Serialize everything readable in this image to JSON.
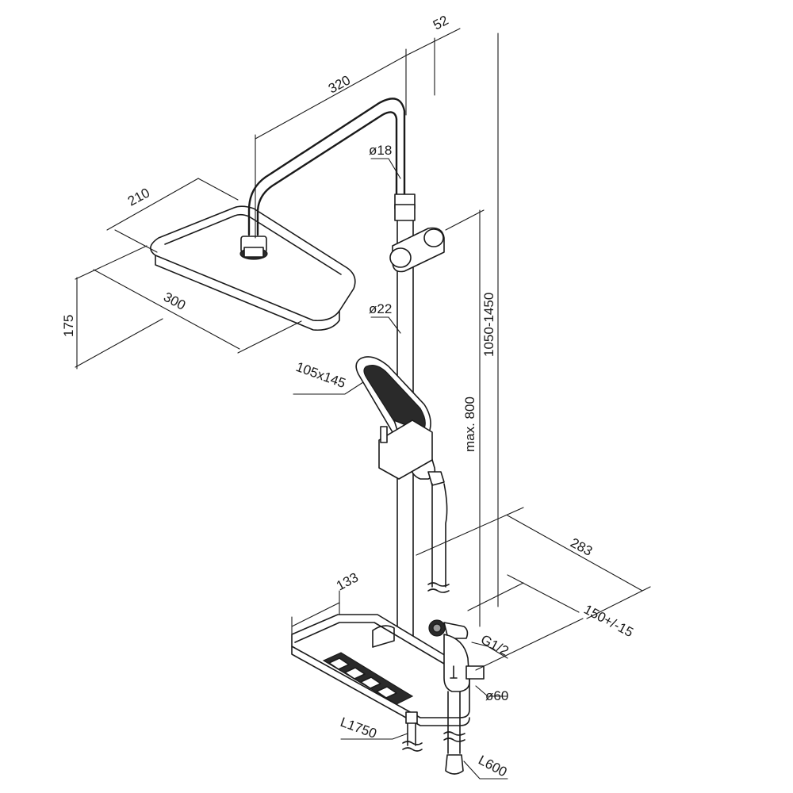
{
  "dimensions": {
    "arm_length": "320",
    "arm_offset": "52",
    "head_depth": "210",
    "head_width": "300",
    "head_height": "175",
    "arm_diameter": "ø18",
    "rail_diameter": "ø22",
    "hand_shower_size": "105x145",
    "height_range": "1050-1450",
    "slider_max": "max. 800",
    "wall_distance": "283",
    "inlet_spacing": "150+/-15",
    "thread": "G1/2",
    "escutcheon_diameter": "ø60",
    "hose_main": "L1750",
    "hose_bidet": "L600"
  },
  "colors": {
    "line": "#1a1a1a",
    "background": "#ffffff"
  }
}
